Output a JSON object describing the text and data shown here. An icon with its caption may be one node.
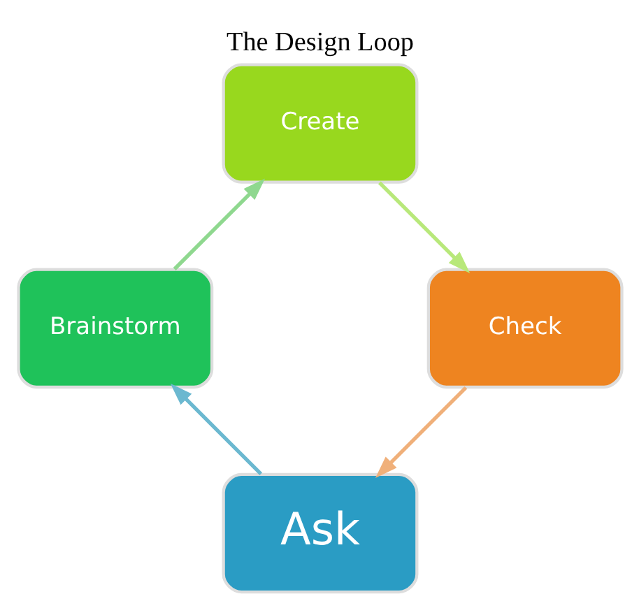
{
  "diagram": {
    "title": "The Design Loop",
    "nodes": [
      {
        "text": [
          "Ask"
        ]
      },
      {
        "text": [
          "Brainstorm"
        ]
      },
      {
        "text": [
          "Create"
        ]
      },
      {
        "text": [
          "Check"
        ]
      }
    ],
    "edges": [
      {
        "from": 0,
        "to": 1,
        "arrow": "to",
        "color": "#6bb8d0"
      },
      {
        "from": 1,
        "to": 2,
        "arrow": "to",
        "color": "#8fd88f"
      },
      {
        "from": 2,
        "to": 3,
        "arrow": "to",
        "color": "#b8e87a"
      },
      {
        "from": 3,
        "to": 0,
        "arrow": "to",
        "color": "#f0b07a"
      }
    ]
  }
}
